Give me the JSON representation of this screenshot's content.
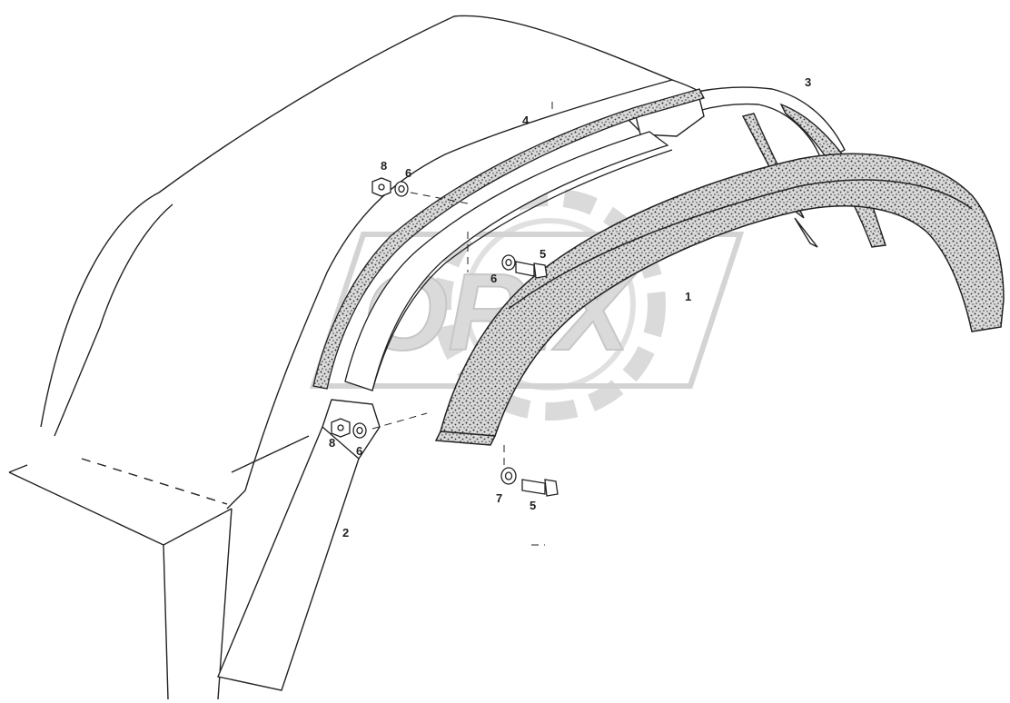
{
  "watermark": {
    "text": "ORIX",
    "color": "#b8b8b8"
  },
  "callouts": {
    "c1": "1",
    "c2": "2",
    "c3": "3",
    "c4": "4",
    "c5a": "5",
    "c5b": "5",
    "c6a": "6",
    "c6b": "6",
    "c6c": "6",
    "c7": "7",
    "c8a": "8",
    "c8b": "8"
  },
  "colors": {
    "line": "#222222",
    "stipple": "#333333",
    "background": "#ffffff"
  }
}
